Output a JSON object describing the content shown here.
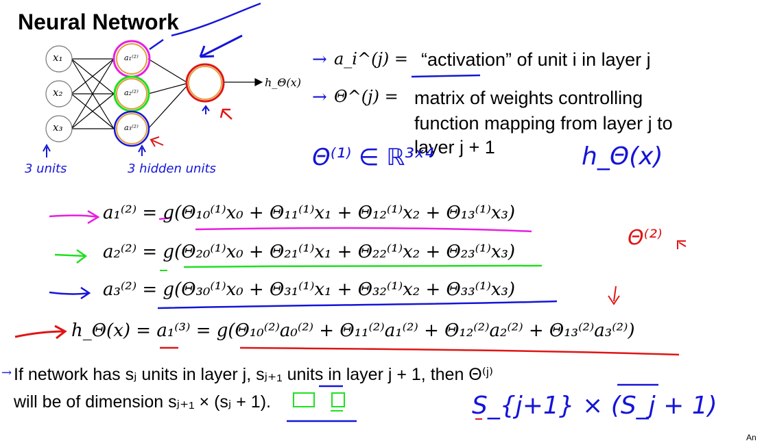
{
  "title": "Neural Network",
  "network": {
    "inputs": [
      "x₁",
      "x₂",
      "x₃"
    ],
    "hidden": [
      "a₁⁽²⁾",
      "a₂⁽²⁾",
      "a₃⁽²⁾"
    ],
    "output_label": "h_Θ(x)"
  },
  "definitions": {
    "activation_symbol": "a_i^(j) =",
    "activation_text": "“activation” of unit i in layer j",
    "theta_symbol": "Θ^(j) =",
    "theta_line1": "matrix of weights controlling",
    "theta_line2": "function mapping from layer j to",
    "theta_line3": "layer j + 1"
  },
  "handwritten": {
    "input_units": "3 units",
    "hidden_units": "3 hidden units",
    "theta_dim": "Θ⁽¹⁾ ∈ ℝ³ˣ⁴",
    "h_theta": "h_Θ(x)",
    "theta2": "Θ⁽²⁾",
    "dim_formula": "S_{j+1} × (S_j + 1)"
  },
  "equations": [
    "a₁⁽²⁾ = g(Θ₁₀⁽¹⁾x₀ + Θ₁₁⁽¹⁾x₁ + Θ₁₂⁽¹⁾x₂ + Θ₁₃⁽¹⁾x₃)",
    "a₂⁽²⁾ = g(Θ₂₀⁽¹⁾x₀ + Θ₂₁⁽¹⁾x₁ + Θ₂₂⁽¹⁾x₂ + Θ₂₃⁽¹⁾x₃)",
    "a₃⁽²⁾ = g(Θ₃₀⁽¹⁾x₀ + Θ₃₁⁽¹⁾x₁ + Θ₃₂⁽¹⁾x₂ + Θ₃₃⁽¹⁾x₃)",
    "h_Θ(x) = a₁⁽³⁾ = g(Θ₁₀⁽²⁾a₀⁽²⁾ + Θ₁₁⁽²⁾a₁⁽²⁾ + Θ₁₂⁽²⁾a₂⁽²⁾ + Θ₁₃⁽²⁾a₃⁽²⁾)"
  ],
  "bullet": {
    "line1": "If network has sⱼ units in layer j, sⱼ₊₁ units in layer j + 1, then Θ⁽ʲ⁾",
    "line2": "will be of dimension sⱼ₊₁ × (sⱼ + 1)."
  },
  "corner": "An",
  "colors": {
    "magenta": "#e81ee0",
    "green": "#1ee01e",
    "blue": "#1414d8",
    "red": "#e01414",
    "orange": "#e0a040"
  }
}
